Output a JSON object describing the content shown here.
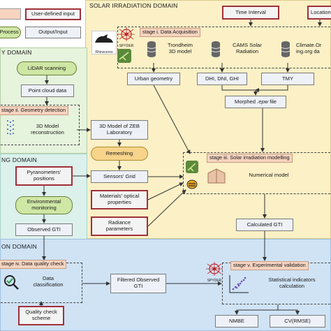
{
  "legend": {
    "items": [
      "User-defined input",
      "Process",
      "Output/Input"
    ]
  },
  "domains": {
    "solar": "SOLAR IRRADIATION DOMAIN",
    "geometry": "Y DOMAIN",
    "monitoring": "NG DOMAIN",
    "validation": "ON DOMAIN"
  },
  "stages": {
    "i": "stage i. Data Acquisition",
    "ii": "stage ii. Geometry detection",
    "iii": "stage iii. Solar irradiation modelling",
    "iv": "stage iv. Data quality check",
    "v": "stage v. Experimental validation"
  },
  "inputs": {
    "time_interval": "Time Interval",
    "location": "Location"
  },
  "acquisition": {
    "trondheim": [
      "Trondheim",
      "3D model"
    ],
    "cams": [
      "CAMS Solar",
      "Radiation"
    ],
    "climate": [
      "Climate.Or",
      "ing.org da"
    ]
  },
  "logos": {
    "rhino": "Rhinoceros",
    "spyder": "SPYDER"
  },
  "outputs": {
    "urban_geometry": "Urban geometry",
    "dhi": "DHI, DNI, GHI",
    "tmy": "TMY",
    "morphed": "Morphed .epw file",
    "calculated_gti": "Calculated GTI",
    "point_cloud": "Point cloud data",
    "zeb_model": [
      "3D Model of ZEB",
      "Laboratory"
    ],
    "sensors_grid": "Sensors' Grid",
    "observed_gti": "Observed GTI",
    "filtered_gti": [
      "Filtered Observed",
      "GTI"
    ],
    "nmbe": "NMBE",
    "cvrmse": "CV(RMSE)"
  },
  "processes": {
    "lidar": "LiDAR scanning",
    "reconstruction": [
      "3D Model",
      "reconstruction"
    ],
    "remeshing": "Remeshing",
    "environmental": [
      "Environmental",
      "monitoring"
    ],
    "numerical": "Numerical model",
    "classification": [
      "Data",
      "classification"
    ],
    "statistical": [
      "Statistical indicators",
      "calculation"
    ]
  },
  "user_inputs": {
    "pyranometers": [
      "Pyranometers'",
      "positions"
    ],
    "materials": [
      "Materials' optical",
      "properties"
    ],
    "radiance": [
      "Radiance",
      "parameters"
    ],
    "quality": [
      "Quality check",
      "scheme"
    ]
  },
  "colors": {
    "solar_bg": "#fbf0c6",
    "geometry_bg": "#e6f3dd",
    "monitoring_bg": "#dcf1ec",
    "validation_bg": "#cfe3f5",
    "process": "#cfe7a5",
    "process_orange": "#f7d48a",
    "user_border": "#a0303a",
    "stage_label": "#f6d4c0"
  }
}
